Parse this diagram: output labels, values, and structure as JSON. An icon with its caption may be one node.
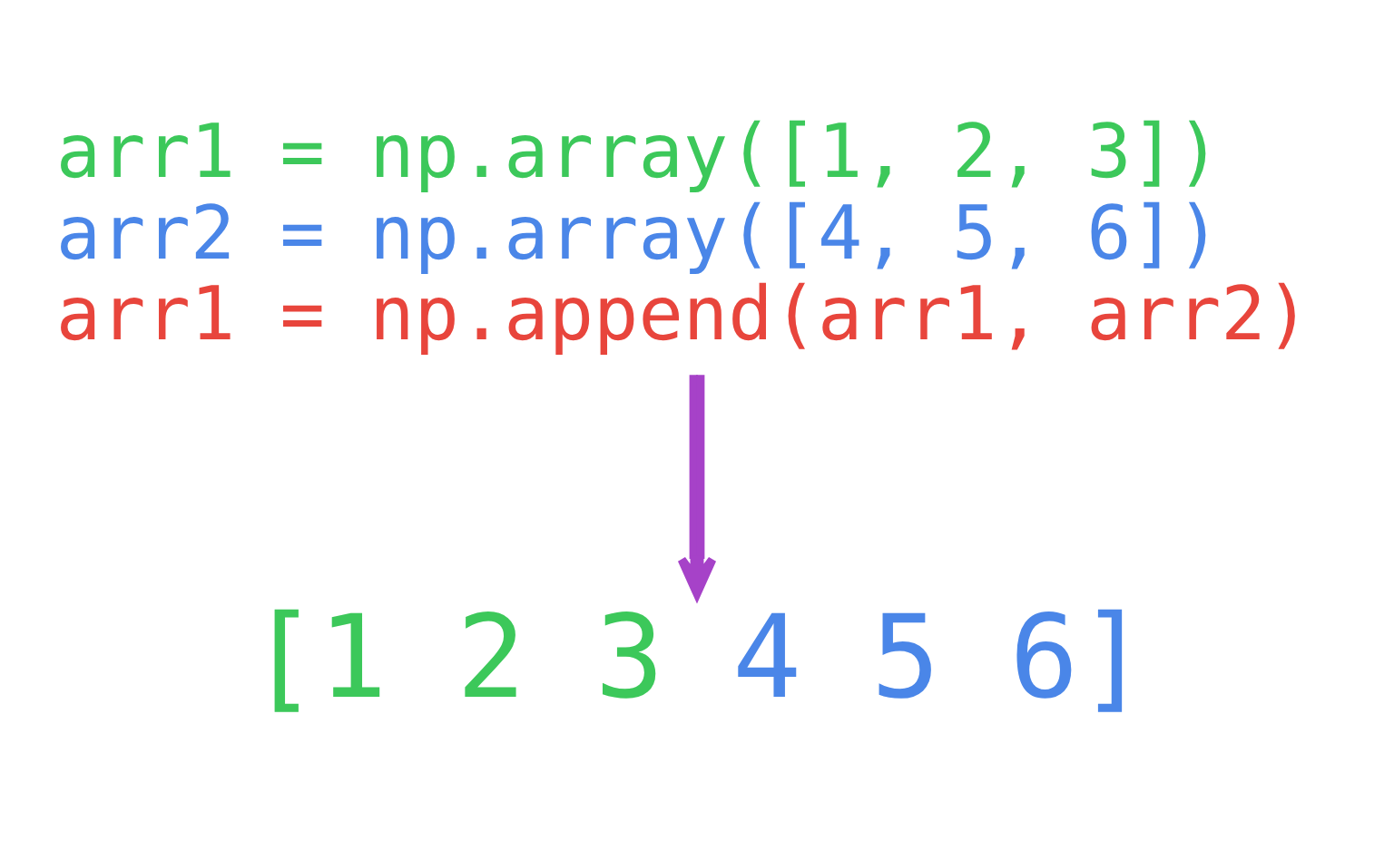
{
  "diagram": {
    "nodes": [
      {
        "text": [
          "arr1 = np.array([1, 2, 3])",
          "arr2 = np.array([4, 5, 6])",
          "arr1 = np.append(arr1, arr2)"
        ]
      },
      {
        "text": [
          "[1 2 3 4 5 6]"
        ]
      }
    ],
    "edges": [
      {
        "from": 0,
        "to": 1,
        "arrow": "to",
        "color": "#a642c8"
      }
    ]
  }
}
